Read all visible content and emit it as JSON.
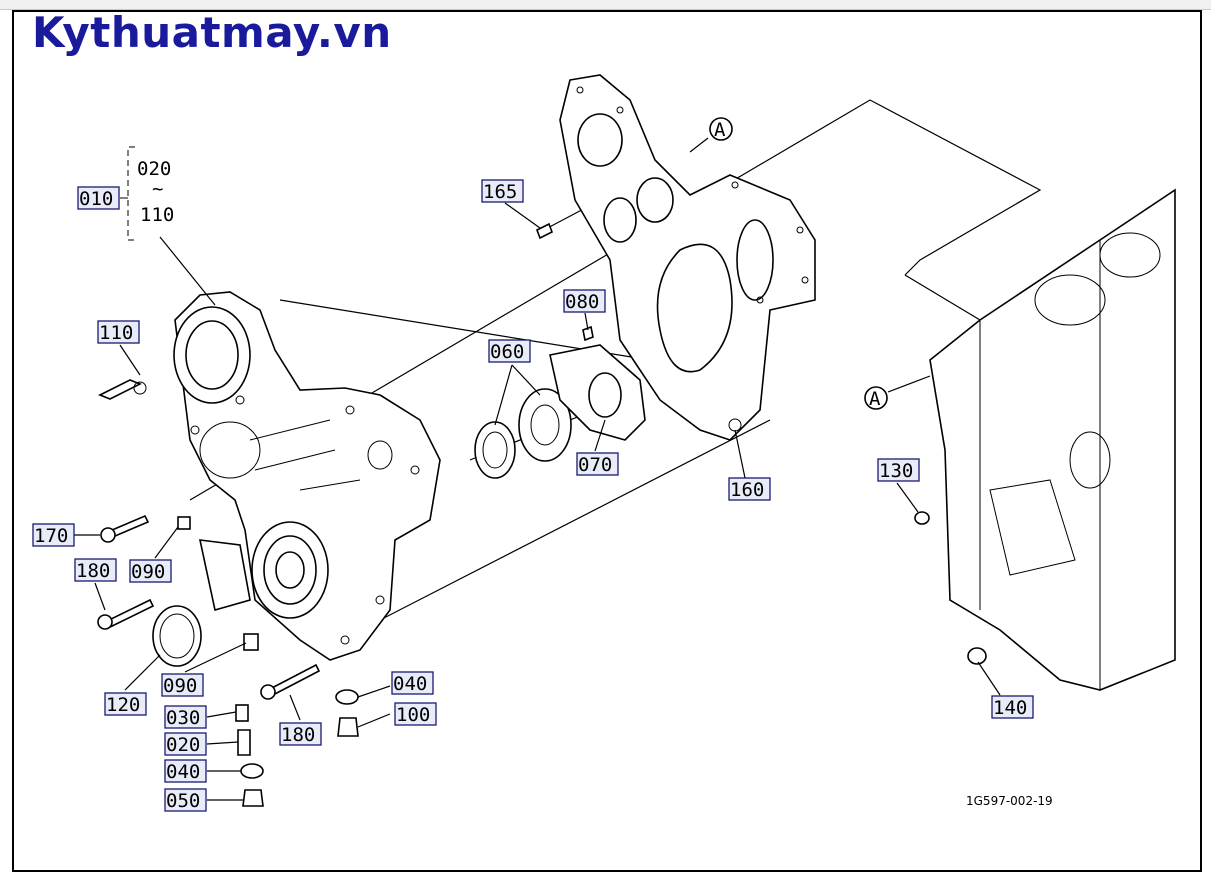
{
  "brand": {
    "text": "Kythuatmay.vn",
    "color": "#1a1a9c"
  },
  "diagram_code": "1G597-002-19",
  "range_label": {
    "parent": "010",
    "from": "020",
    "tilde": "~",
    "to": "110"
  },
  "reference_markers": [
    "A",
    "A"
  ],
  "callouts": [
    {
      "id": "010",
      "boxed": true
    },
    {
      "id": "110",
      "boxed": true
    },
    {
      "id": "165",
      "boxed": true
    },
    {
      "id": "080",
      "boxed": true
    },
    {
      "id": "060",
      "boxed": true
    },
    {
      "id": "070",
      "boxed": true
    },
    {
      "id": "160",
      "boxed": true
    },
    {
      "id": "130",
      "boxed": true
    },
    {
      "id": "170",
      "boxed": true
    },
    {
      "id": "090",
      "boxed": true
    },
    {
      "id": "180",
      "boxed": true
    },
    {
      "id": "120",
      "boxed": true
    },
    {
      "id": "090",
      "boxed": true
    },
    {
      "id": "030",
      "boxed": true
    },
    {
      "id": "020",
      "boxed": true
    },
    {
      "id": "040",
      "boxed": true
    },
    {
      "id": "050",
      "boxed": true
    },
    {
      "id": "180",
      "boxed": true
    },
    {
      "id": "040",
      "boxed": true
    },
    {
      "id": "100",
      "boxed": true
    },
    {
      "id": "140",
      "boxed": true
    }
  ]
}
